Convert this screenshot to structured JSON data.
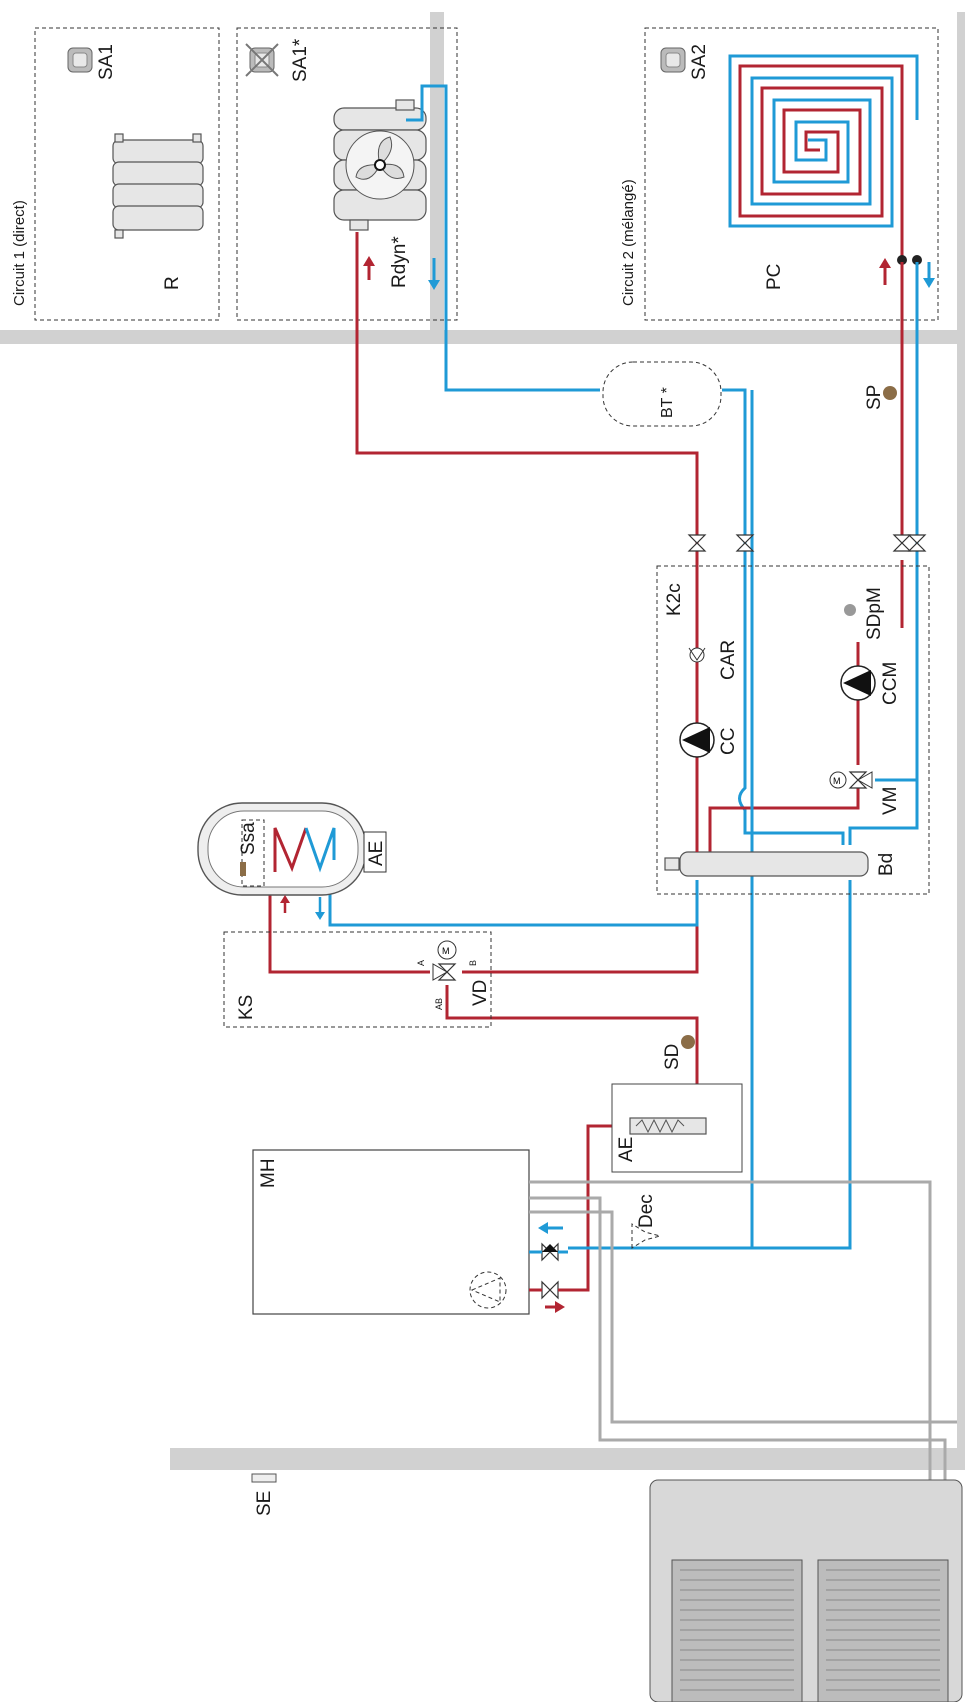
{
  "rooms": {
    "circuit1_label": "Circuit 1 (direct)",
    "circuit2_label": "Circuit 2 (mélangé)"
  },
  "labels": {
    "sa1": "SA1",
    "sa1_star": "SA1*",
    "sa2": "SA2",
    "r": "R",
    "rdyn": "Rdyn*",
    "pc": "PC",
    "bt": "BT *",
    "sp": "SP",
    "k2c": "K2c",
    "car": "CAR",
    "cc": "CC",
    "sdpm": "SDpM",
    "ccm": "CCM",
    "vm": "VM",
    "bd": "Bd",
    "ssa": "Ssa",
    "ae_tank": "AE",
    "ks": "KS",
    "vd": "VD",
    "a": "A",
    "b": "B",
    "ab": "AB",
    "sd": "SD",
    "ae_heater": "AE",
    "mh": "MH",
    "dec": "Dec",
    "se": "SE"
  },
  "colors": {
    "supply": "#b22532",
    "return": "#1f9ad6",
    "link": "#aaaaaa",
    "wall": "#d1d1d1"
  },
  "icons": {
    "thermostat": "thermostat-icon",
    "radiator": "radiator-icon",
    "fan_coil": "fan-coil-icon",
    "floor_heating": "floor-heating-icon",
    "pump": "pump-icon",
    "valve": "valve-icon",
    "three_way_valve": "three-way-valve-icon",
    "sensor": "sensor-icon",
    "outdoor_unit": "outdoor-unit-icon"
  }
}
